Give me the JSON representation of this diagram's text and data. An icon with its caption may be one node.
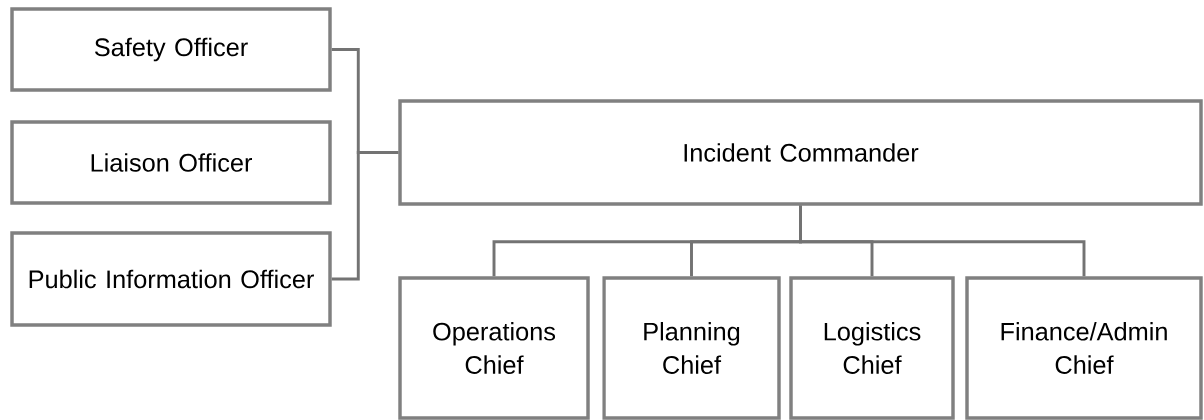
{
  "diagram": {
    "nodes": [
      {
        "text": [
          "Safety Officer"
        ]
      },
      {
        "text": [
          "Liaison Officer"
        ]
      },
      {
        "text": [
          "Public Information Officer"
        ]
      },
      {
        "text": [
          "Incident Commander"
        ]
      },
      {
        "text": [
          "Operations Chief"
        ]
      },
      {
        "text": [
          "Planning Chief"
        ]
      },
      {
        "text": [
          "Logistics Chief"
        ]
      },
      {
        "text": [
          "Finance/Admin Chief"
        ]
      }
    ],
    "edges": [
      {
        "from": 3,
        "to": 0,
        "arrow": "none"
      },
      {
        "from": 3,
        "to": 2,
        "arrow": "none"
      },
      {
        "from": 3,
        "to": 4,
        "arrow": "none"
      },
      {
        "from": 3,
        "to": 5,
        "arrow": "none"
      },
      {
        "from": 3,
        "to": 6,
        "arrow": "none"
      },
      {
        "from": 3,
        "to": 7,
        "arrow": "none"
      }
    ]
  }
}
